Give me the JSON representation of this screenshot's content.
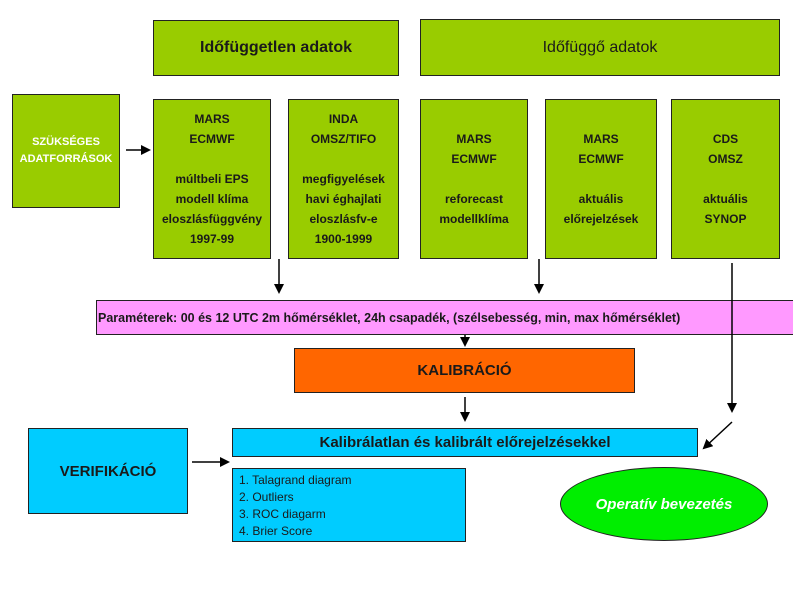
{
  "headers": {
    "time_independent": "Időfüggetlen adatok",
    "time_dependent": "Időfüggő adatok"
  },
  "required_sources": [
    "SZÜKSÉGES",
    "ADATFORRÁSOK"
  ],
  "sources": [
    {
      "id": "mars-eps",
      "top": [
        "MARS",
        "ECMWF"
      ],
      "bottom": [
        "múltbeli EPS",
        "modell klíma",
        "eloszlásfüggvény",
        "1997-99"
      ]
    },
    {
      "id": "inda",
      "top": [
        "INDA",
        "OMSZ/TIFO"
      ],
      "bottom": [
        "megfigyelések",
        "havi éghajlati",
        "eloszlásfv-e",
        "1900-1999"
      ]
    },
    {
      "id": "mars-reforecast",
      "top": [
        "MARS",
        "ECMWF"
      ],
      "bottom": [
        "reforecast",
        "modellklíma"
      ]
    },
    {
      "id": "mars-current",
      "top": [
        "MARS",
        "ECMWF"
      ],
      "bottom": [
        "aktuális",
        "előrejelzések"
      ]
    },
    {
      "id": "cds",
      "top": [
        "CDS",
        "OMSZ"
      ],
      "bottom": [
        "aktuális",
        "SYNOP"
      ]
    }
  ],
  "parameters": "Paraméterek: 00 és 12 UTC 2m hőmérséklet, 24h csapadék, (szélsebesség, min, max hőmérséklet)",
  "calibration": "KALIBRÁCIÓ",
  "forecasts": "Kalibrálatlan és kalibrált előrejelzésekkel",
  "verification": "VERIFIKÁCIÓ",
  "verification_methods": [
    "1. Talagrand diagram",
    "2. Outliers",
    "3. ROC diagarm",
    "4. Brier Score"
  ],
  "operational": "Operatív bevezetés",
  "colors": {
    "green": "#99cc00",
    "pink": "#ff99ff",
    "orange": "#ff6600",
    "cyan": "#00ccff",
    "bright_green": "#00ee00"
  }
}
